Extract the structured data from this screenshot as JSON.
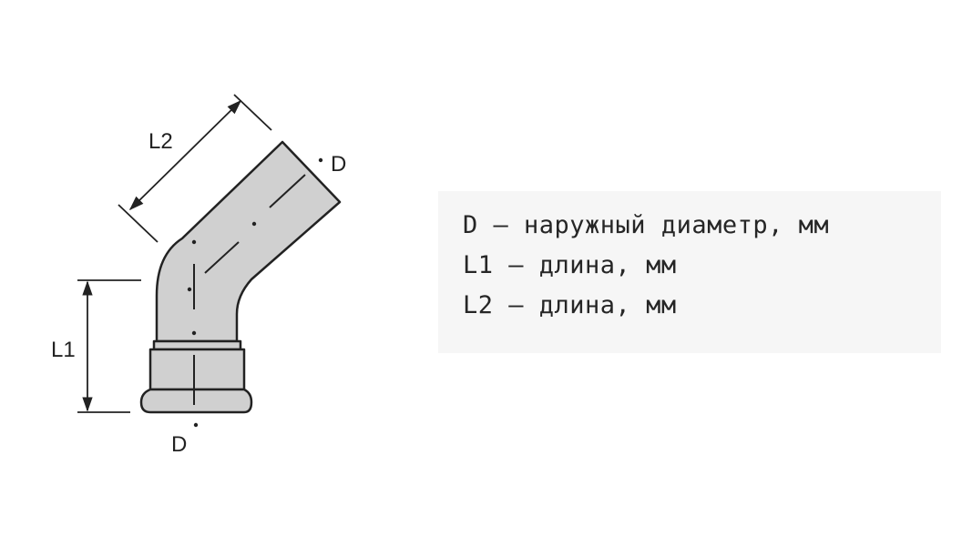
{
  "diagram": {
    "type": "45-degree press-fit elbow dimension drawing",
    "fill_color": "#d0d0d0",
    "stroke_color": "#222222",
    "labels": {
      "l1": "L1",
      "l2": "L2",
      "d_top": "D",
      "d_bottom": "D"
    }
  },
  "legend": {
    "background": "#f6f6f6",
    "lines": [
      "D – наружный диаметр, мм",
      "L1 – длина, мм",
      "L2 – длина, мм"
    ]
  }
}
